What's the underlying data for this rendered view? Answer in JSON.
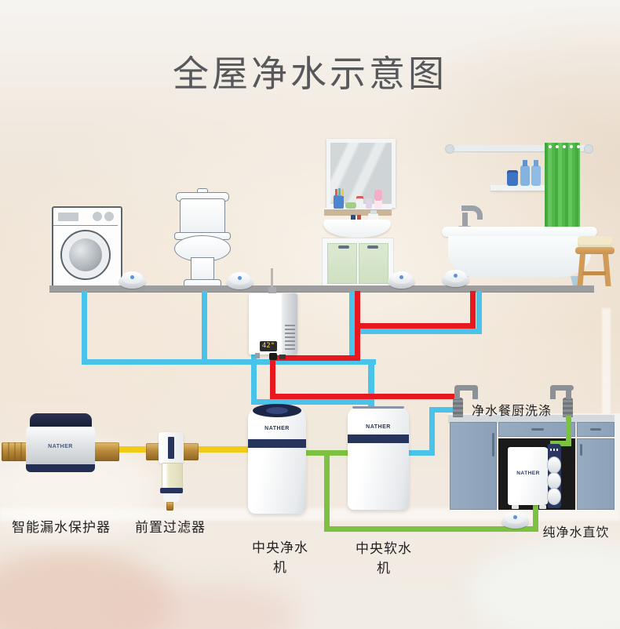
{
  "title": "全屋净水示意图",
  "brand": "NATHER",
  "water_heater": {
    "display_temp": "42°"
  },
  "device_labels": {
    "leak_protector": "智能漏水保护器",
    "pre_filter": "前置过滤器",
    "central_purifier": "中央净水机",
    "central_softener": "中央软水机",
    "kitchen_washing": "净水餐厨洗涤",
    "pure_drinking": "纯净水直饮"
  },
  "pipe_colors": {
    "cold_water": "#49C3E9",
    "hot_water": "#E8181F",
    "raw_inlet": "#F1CB15",
    "purified": "#7CC142"
  }
}
